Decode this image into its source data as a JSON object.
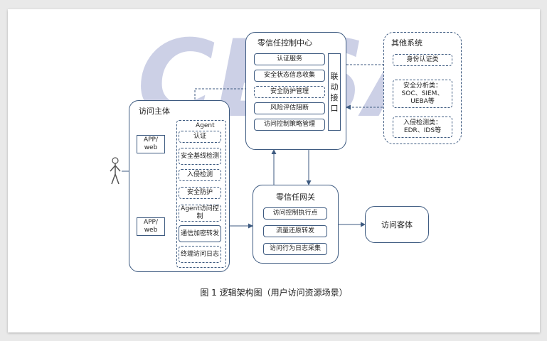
{
  "diagram": {
    "watermark": "CESA",
    "zero_trust_center": {
      "title": "零信任控制中心",
      "items": [
        "认证服务",
        "安全状态信息收集",
        "安全防护管理",
        "风险评估阻断",
        "访问控制策略管理"
      ],
      "linkage": [
        "联",
        "动",
        "接",
        "口"
      ]
    },
    "other_systems": {
      "title": "其他系统",
      "items": [
        "身份认证类",
        "安全分析类：SOC、SIEM、UEBA等",
        "入侵检测类：EDR、IDS等"
      ]
    },
    "access_subject": {
      "title": "访问主体",
      "apps": [
        "APP/ web",
        "APP/ web"
      ],
      "agent": {
        "title": "Agent",
        "items": [
          "认证",
          "安全基线检测",
          "入侵检测",
          "安全防护",
          "Agent访问控制",
          "通信加密转发",
          "终端访问日志"
        ]
      }
    },
    "gateway": {
      "title": "零信任网关",
      "items": [
        "访问控制执行点",
        "流量还原转发",
        "访问行为日志采集"
      ]
    },
    "access_object": "访问客体"
  },
  "caption": "图 1 逻辑架构图（用户访问资源场景）"
}
